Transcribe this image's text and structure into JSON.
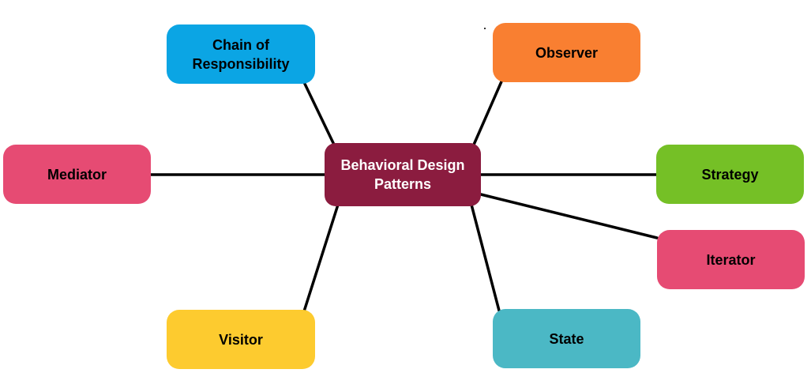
{
  "diagram": {
    "center": {
      "label": "Behavioral Design Patterns",
      "color": "#8B1C3F"
    },
    "nodes": {
      "chain": {
        "label": "Chain of Responsibility",
        "color": "#0BA5E4"
      },
      "observer": {
        "label": "Observer",
        "color": "#F97F31"
      },
      "mediator": {
        "label": "Mediator",
        "color": "#E64B73"
      },
      "strategy": {
        "label": "Strategy",
        "color": "#75C026"
      },
      "iterator": {
        "label": "Iterator",
        "color": "#E64B73"
      },
      "visitor": {
        "label": "Visitor",
        "color": "#FDCB2F"
      },
      "state": {
        "label": "State",
        "color": "#4BB8C5"
      }
    },
    "connector_color": "#000000"
  }
}
